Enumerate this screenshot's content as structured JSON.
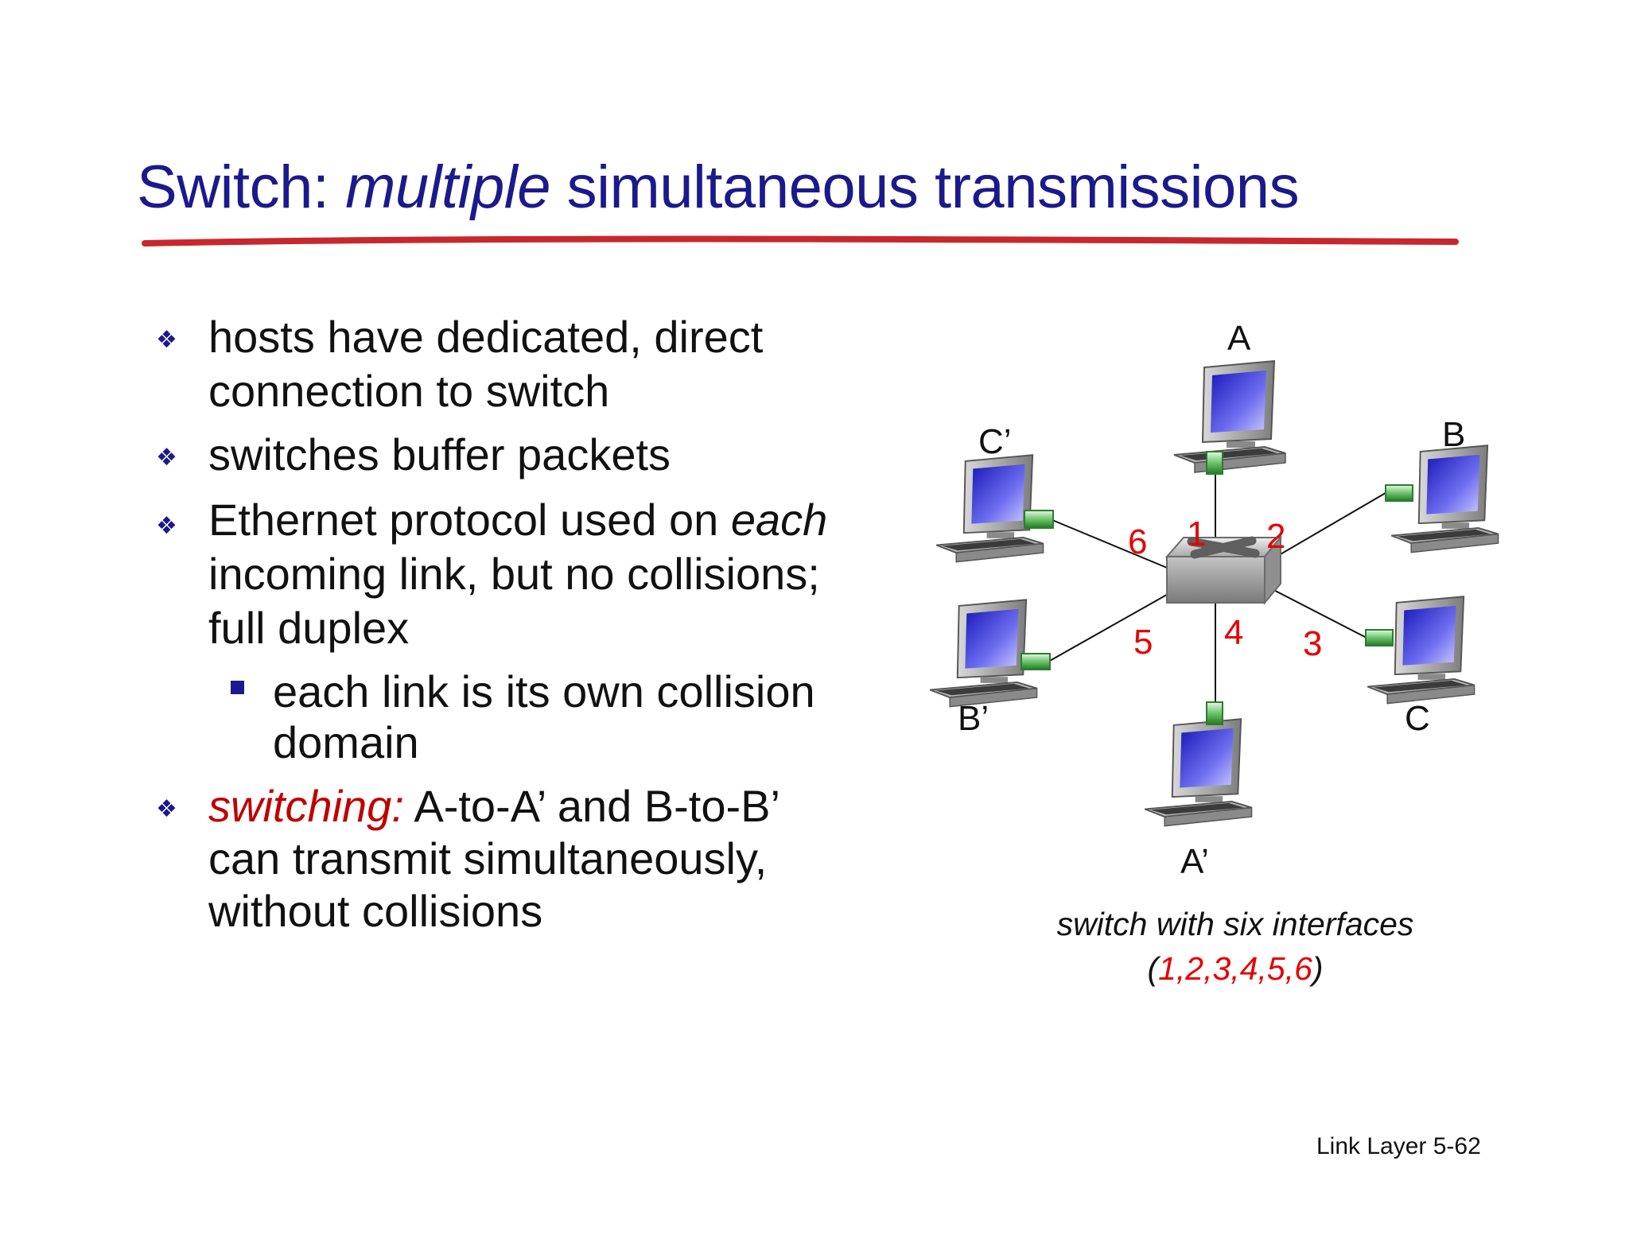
{
  "slide": {
    "title_start": "Switch: ",
    "title_emph": "multiple",
    "title_end": " simultaneous transmissions",
    "footer": "Link Layer  5-62"
  },
  "bullets": {
    "b1_line1": "hosts have dedicated, direct",
    "b1_line2": "connection to switch",
    "b2_line1": "switches buffer packets",
    "b3_line1_start": "Ethernet protocol used on ",
    "b3_line1_emph": "each",
    "b3_line2": "incoming link, but no collisions;",
    "b3_line3": "full duplex",
    "sub1_line1": "each link is its own collision",
    "sub1_line2": "domain",
    "b4_line1_emph": "switching:",
    "b4_line1_rest": " A-to-A’ and B-to-B’",
    "b4_line2": "can transmit simultaneously,",
    "b4_line3": "without collisions"
  },
  "diagram": {
    "hosts": {
      "A": "A",
      "B": "B",
      "C": "C",
      "A_prime": "A’",
      "B_prime": "B’",
      "C_prime": "C’"
    },
    "interfaces": [
      "1",
      "2",
      "3",
      "4",
      "5",
      "6"
    ],
    "caption_line1": "switch with six interfaces",
    "caption_paren_open": "(",
    "caption_nums": "1,2,3,4,5,6",
    "caption_paren_close": ")",
    "colors": {
      "interface_label": "#e60000",
      "port": "#3a9a3a",
      "screen": "#2626c8"
    }
  }
}
